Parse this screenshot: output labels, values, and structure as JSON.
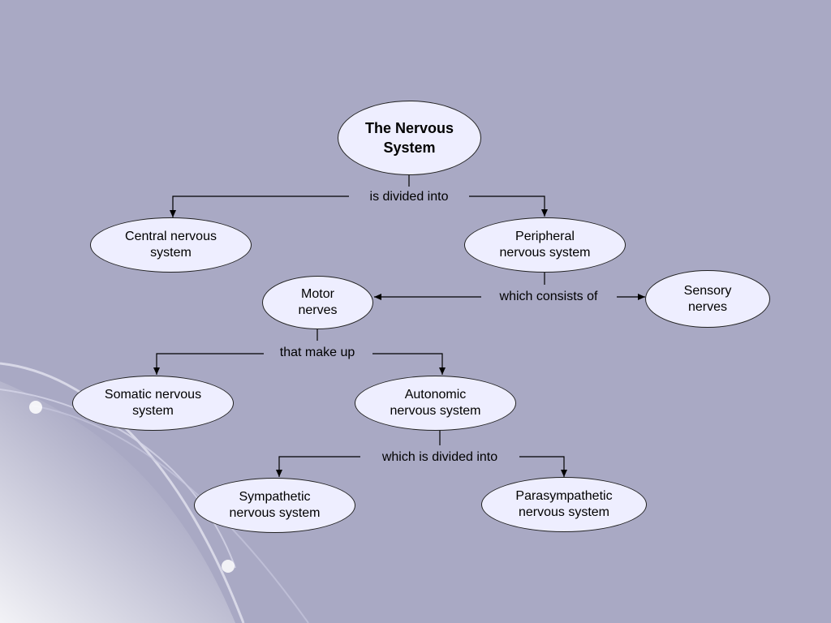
{
  "nodes": {
    "root": "The Nervous\nSystem",
    "central": "Central nervous\nsystem",
    "peripheral": "Peripheral\nnervous system",
    "motor": "Motor\nnerves",
    "sensory": "Sensory\nnerves",
    "somatic": "Somatic nervous\nsystem",
    "autonomic": "Autonomic\nnervous system",
    "sympathetic": "Sympathetic\nnervous system",
    "parasympathetic": "Parasympathetic\nnervous system"
  },
  "links": {
    "is_divided_into": "is divided into",
    "which_consists_of": "which consists of",
    "that_make_up": "that make up",
    "which_is_divided_into": "which is divided into"
  },
  "colors": {
    "background": "#a9a9c4",
    "node_fill": "#eeeeff",
    "line": "#000000"
  }
}
